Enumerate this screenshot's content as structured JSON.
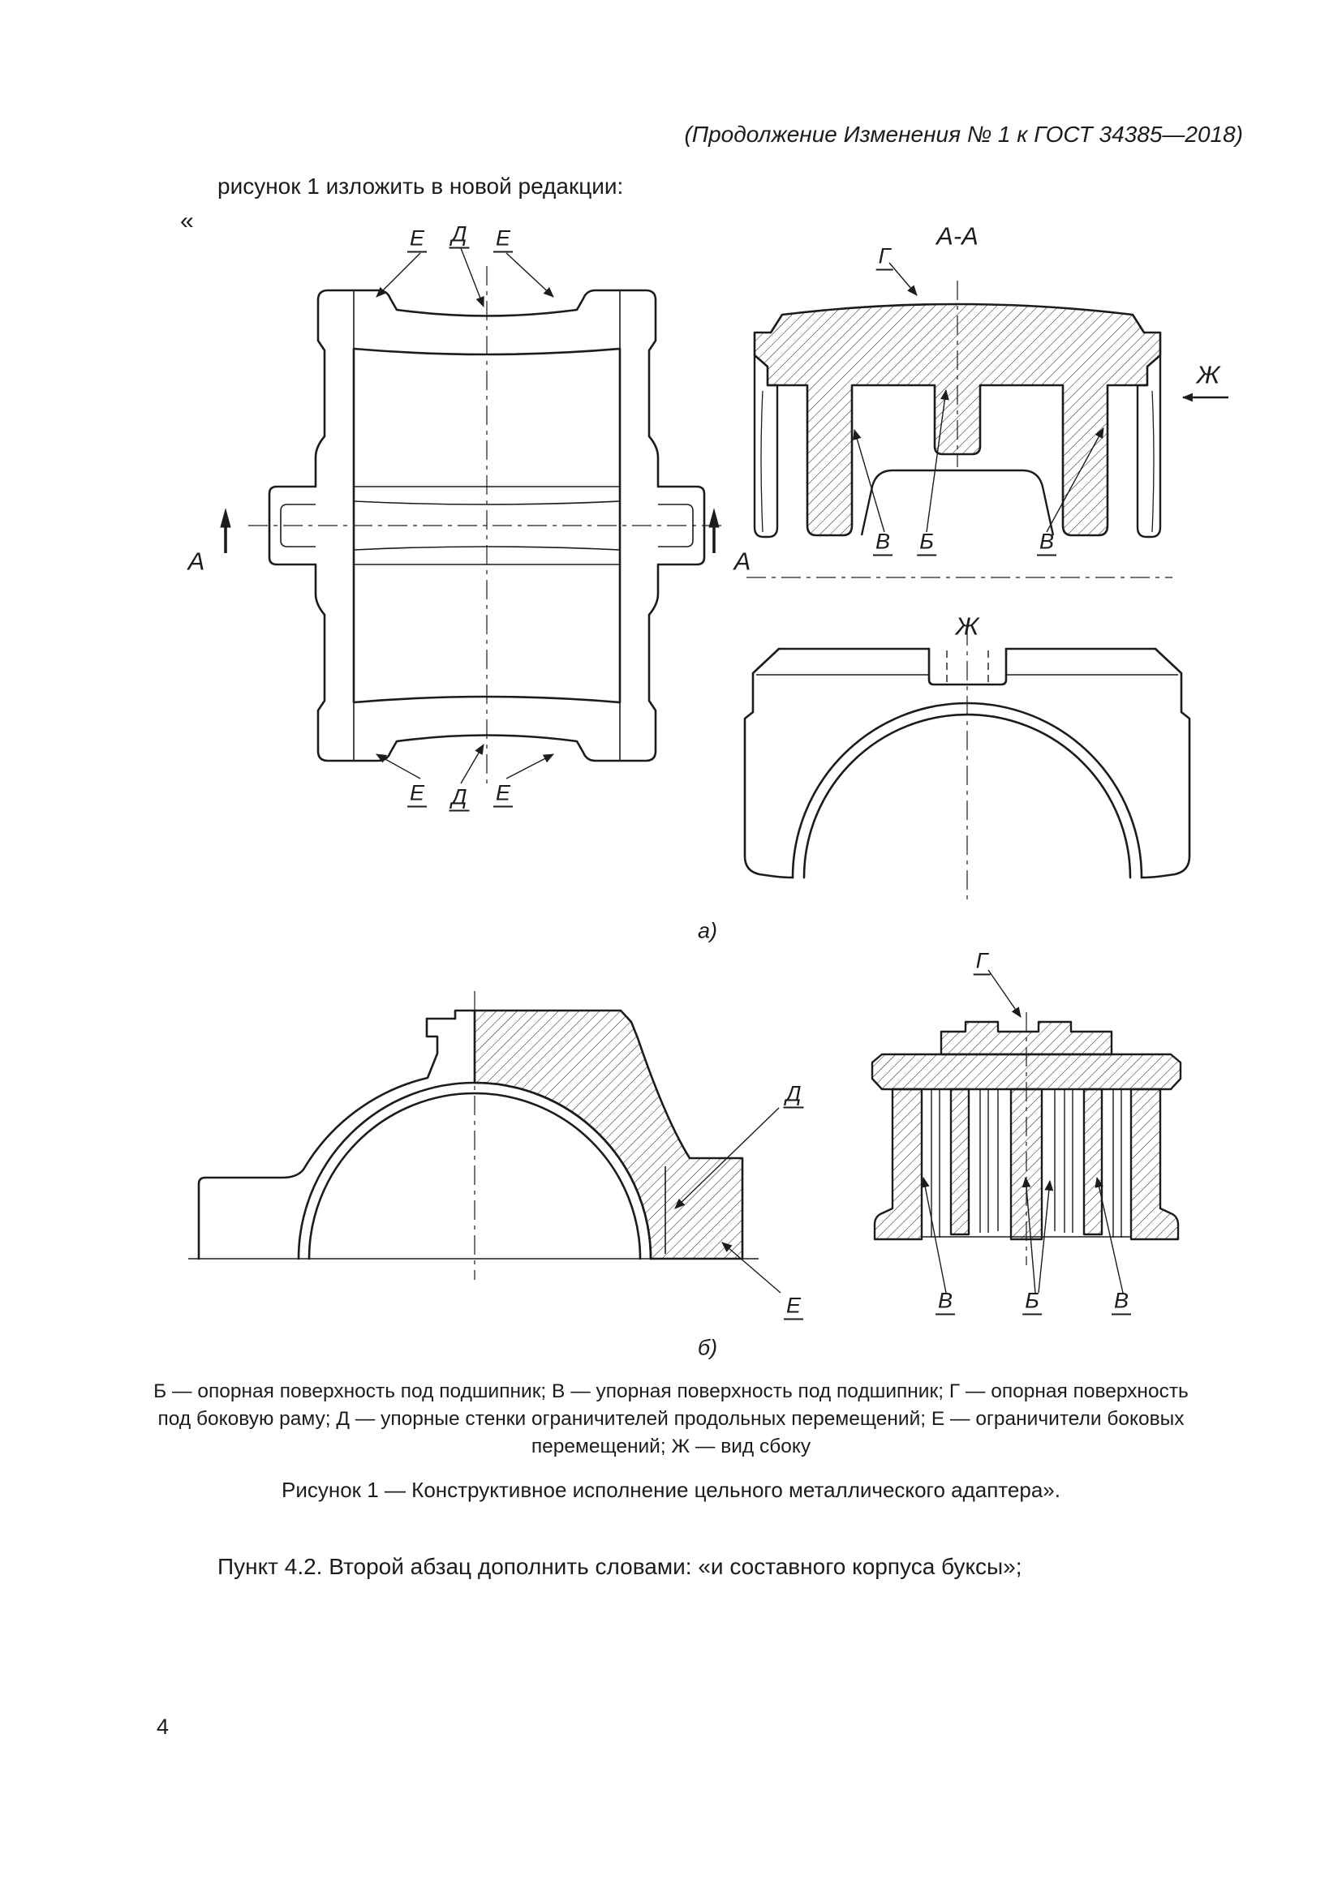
{
  "page": {
    "header": "(Продолжение Изменения № 1 к ГОСТ 34385—2018)",
    "intro": "рисунок 1 изложить в новой редакции:",
    "open_quote": "«",
    "clause_note": "Пункт 4.2. Второй абзац дополнить словами: «и составного корпуса буксы»;",
    "page_number": "4"
  },
  "figure": {
    "section_title": "А-А",
    "view_a_label": "а)",
    "view_b_label": "б)",
    "labels": {
      "A": "А",
      "B": "Б",
      "V": "В",
      "G": "Г",
      "D": "Д",
      "E": "Е",
      "ZH": "Ж"
    },
    "legend": {
      "line1": "Б — опорная поверхность под подшипник; В — упорная поверхность под подшипник; Г — опорная поверхность",
      "line2": "под боковую раму; Д — упорные стенки ограничителей продольных перемещений; Е — ограничители боковых",
      "line3": "перемещений; Ж — вид сбоку"
    },
    "caption": "Рисунок 1 — Конструктивное исполнение цельного металлического адаптера»."
  }
}
